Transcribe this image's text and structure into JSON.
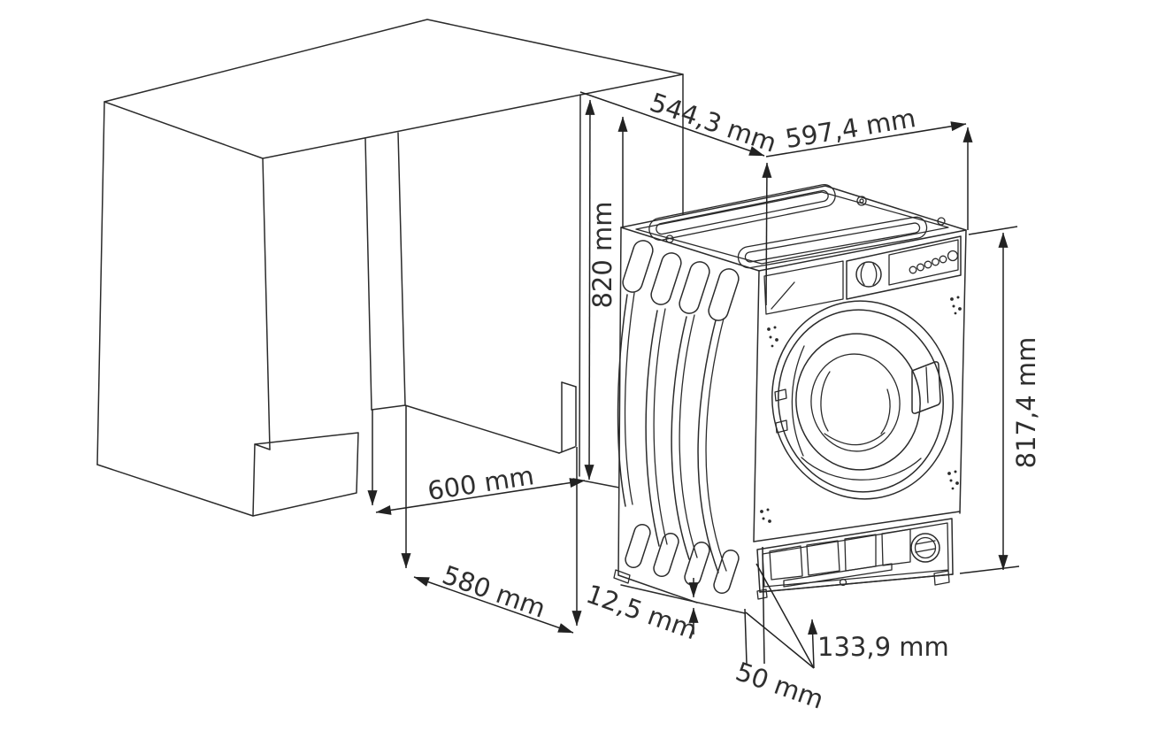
{
  "figure": {
    "type": "technical-installation-diagram",
    "subject": "built-in washing machine with cabinet niche",
    "unit": "mm"
  },
  "diagram": {
    "labels": [
      {
        "name": "niche-top-depth",
        "text": "544,3 mm",
        "value": 544.3
      },
      {
        "name": "appliance-top-width",
        "text": "597,4 mm",
        "value": 597.4
      },
      {
        "name": "niche-height",
        "text": "820 mm",
        "value": 820
      },
      {
        "name": "appliance-height",
        "text": "817,4 mm",
        "value": 817.4
      },
      {
        "name": "niche-depth",
        "text": "600 mm",
        "value": 600
      },
      {
        "name": "appliance-depth",
        "text": "580 mm",
        "value": 580
      },
      {
        "name": "bottom-edge-gap",
        "text": "12,5 mm",
        "value": 12.5
      },
      {
        "name": "service-panel-height",
        "text": "133,9 mm",
        "value": 133.9
      },
      {
        "name": "front-clearance",
        "text": "50 mm",
        "value": 50
      }
    ]
  }
}
